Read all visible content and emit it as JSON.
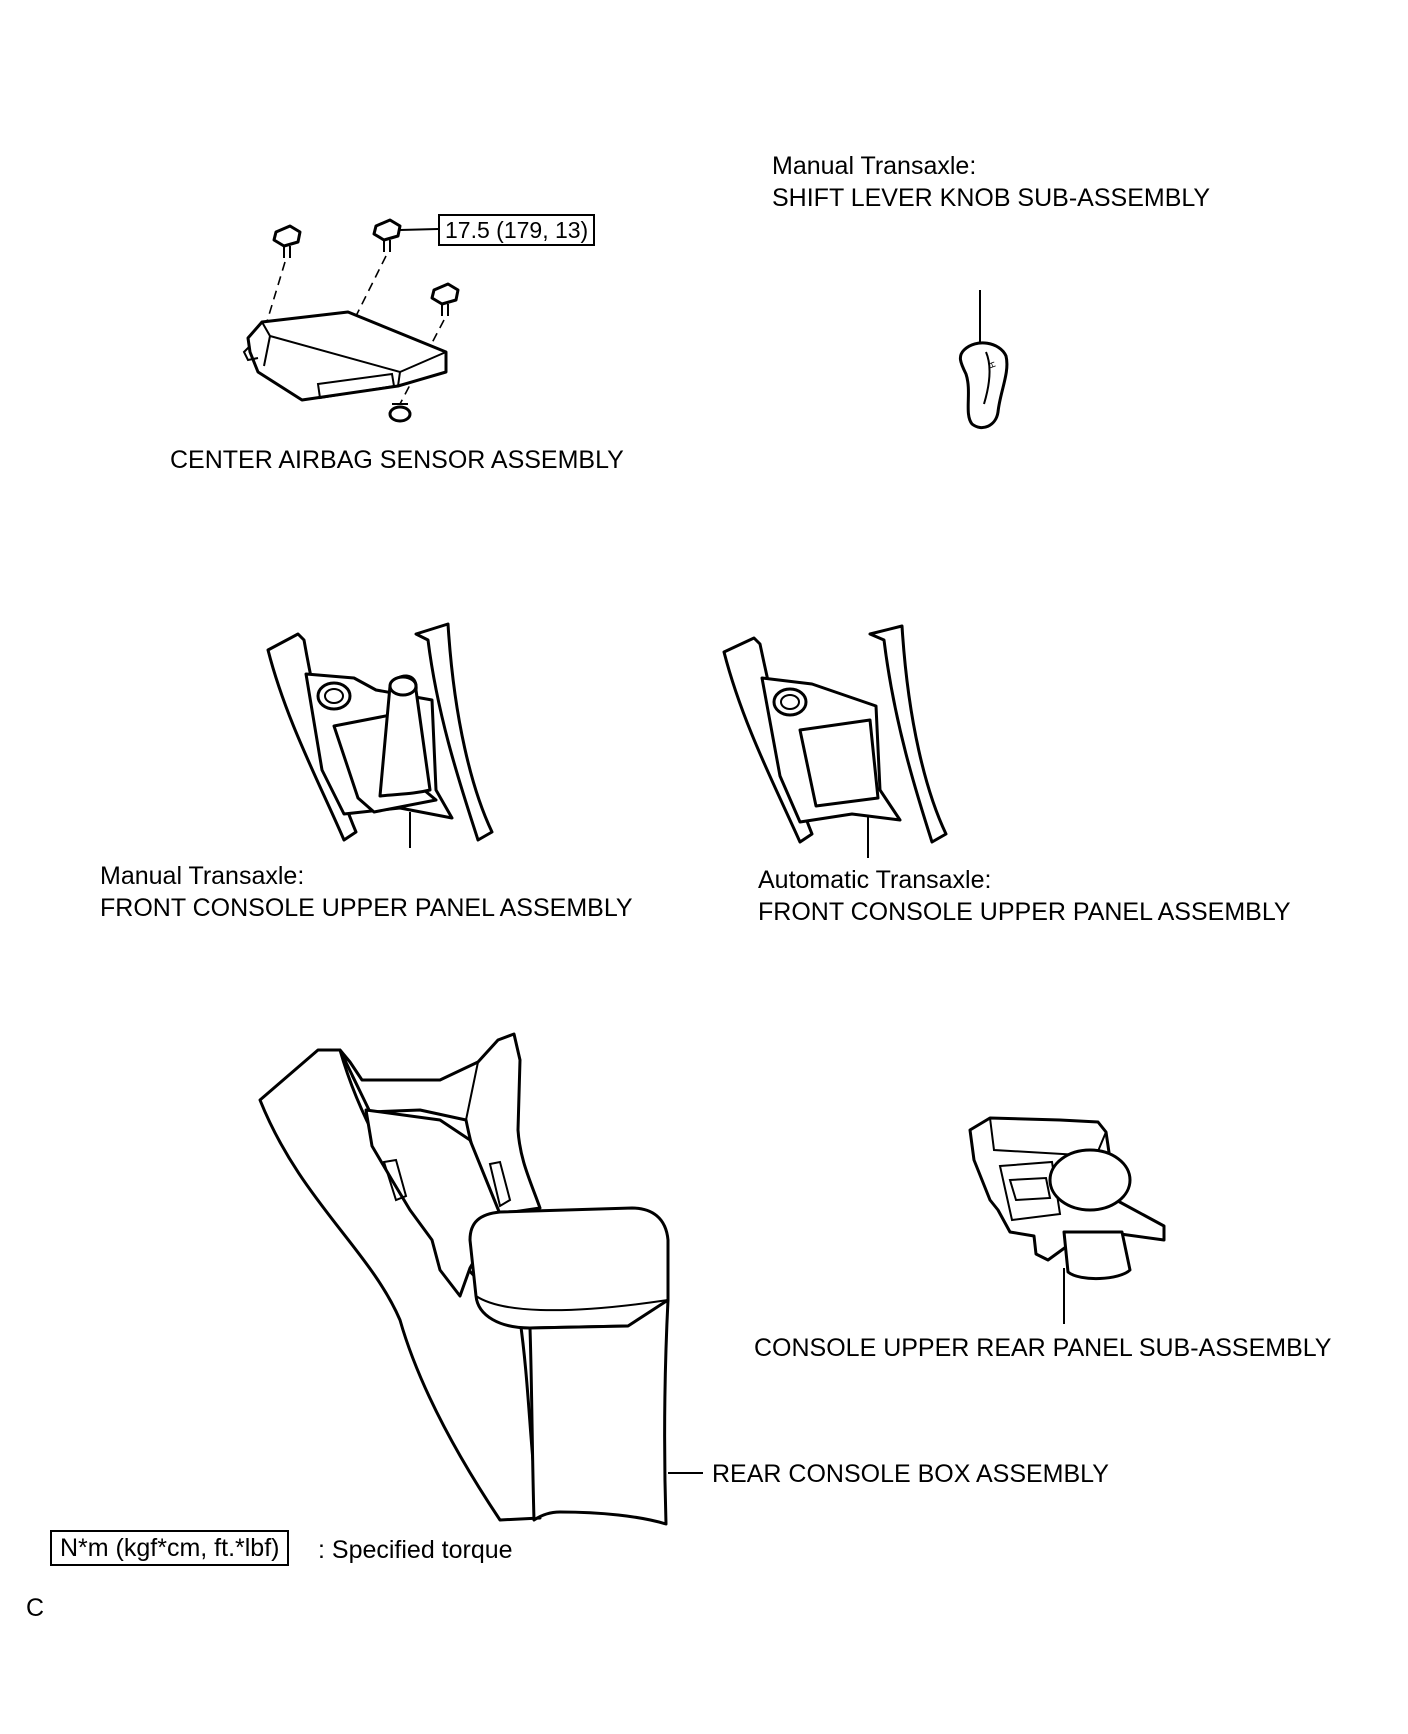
{
  "labels": {
    "center_airbag": "CENTER AIRBAG SENSOR ASSEMBLY",
    "torque_value": "17.5 (179, 13)",
    "shift_knob_line1": "Manual Transaxle:",
    "shift_knob_line2": "SHIFT LEVER KNOB SUB-ASSEMBLY",
    "front_console_mt_line1": "Manual Transaxle:",
    "front_console_mt_line2": "FRONT CONSOLE UPPER PANEL ASSEMBLY",
    "front_console_at_line1": "Automatic Transaxle:",
    "front_console_at_line2": "FRONT CONSOLE UPPER PANEL ASSEMBLY",
    "rear_panel": "CONSOLE UPPER REAR PANEL SUB-ASSEMBLY",
    "rear_box": "REAR CONSOLE BOX ASSEMBLY"
  },
  "legend": {
    "unit": "N*m (kgf*cm, ft.*lbf)",
    "description": ": Specified torque"
  },
  "figure_code": "C"
}
